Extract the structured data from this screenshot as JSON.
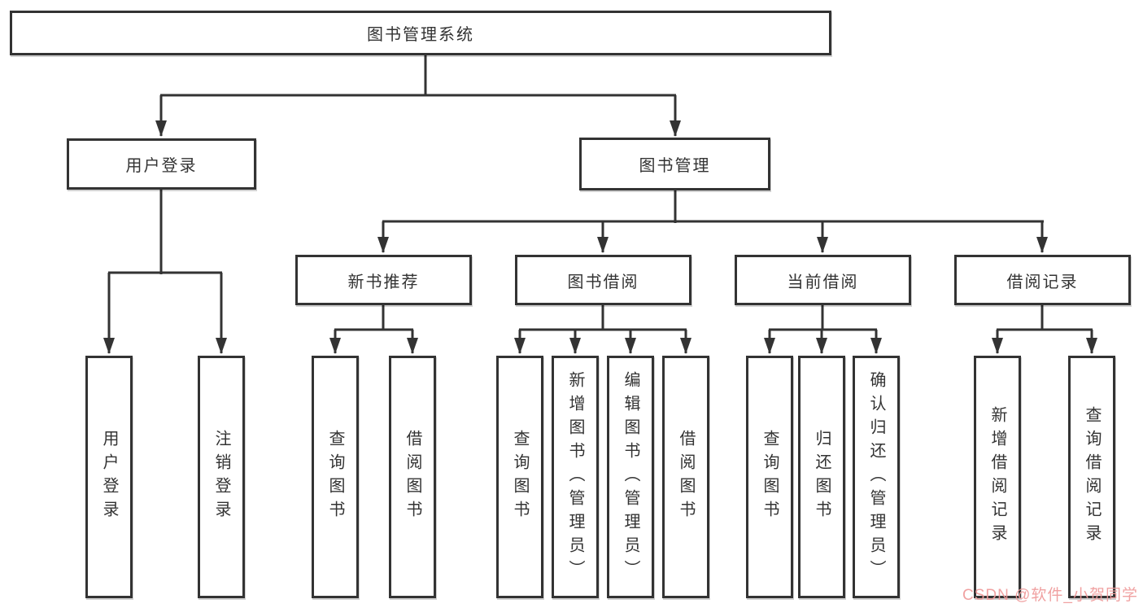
{
  "diagram": {
    "root": "图书管理系统",
    "level2": {
      "user_login": "用户登录",
      "book_mgmt": "图书管理"
    },
    "level3": {
      "new_books": "新书推荐",
      "book_borrow": "图书借阅",
      "current_borrow": "当前借阅",
      "borrow_records": "借阅记录"
    },
    "leaves": {
      "user_login": [
        "用户登录",
        "注销登录"
      ],
      "new_books": [
        "查询图书",
        "借阅图书"
      ],
      "book_borrow": [
        "查询图书",
        "新增图书（管理员）",
        "编辑图书（管理员）",
        "借阅图书"
      ],
      "current_borrow": [
        "查询图书",
        "归还图书",
        "确认归还（管理员）"
      ],
      "borrow_records": [
        "新增借阅记录",
        "查询借阅记录"
      ]
    }
  },
  "watermark": "CSDN @软件_小贺同学",
  "colors": {
    "line": "#333333",
    "box_border": "#333333",
    "text": "#333333",
    "background": "#ffffff",
    "watermark": "#ef9a9a"
  }
}
